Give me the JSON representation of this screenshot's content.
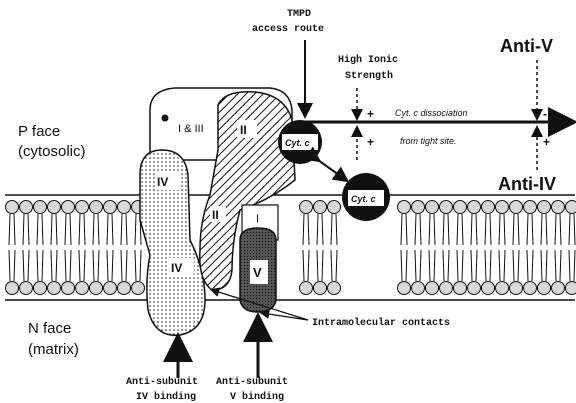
{
  "labels": {
    "p_face_line1": "P face",
    "p_face_line2": "(cytosolic)",
    "n_face_line1": "N face",
    "n_face_line2": "(matrix)",
    "tmpd_line1": "TMPD",
    "tmpd_line2": "access  route",
    "high_ionic_line1": "High Ionic",
    "high_ionic_line2": "Strength",
    "cytc_dissociation": "Cyt. c  dissociation",
    "from_tight_site": "from  tight site.",
    "anti_v": "Anti-V",
    "anti_iv": "Anti-IV",
    "intramolecular_contacts": "Intramolecular   contacts",
    "anti_subunit_iv_line1": "Anti-subunit",
    "anti_subunit_iv_line2": "IV binding",
    "anti_subunit_v_line1": "Anti-subunit",
    "anti_subunit_v_line2": "V binding"
  },
  "subunits": {
    "i_and_iii": "I & III",
    "ii_top": "II",
    "ii_mid": "II",
    "i": "I",
    "iv_top": "IV",
    "iv_bottom": "IV",
    "v": "V"
  },
  "cytochromes": {
    "bound": "Cyt. c",
    "free": "Cyt. c"
  },
  "signs": {
    "plus_upper": "+",
    "plus_lower": "+",
    "minus_anti_v": "-",
    "plus_anti_iv": "+"
  },
  "colors": {
    "ink": "#111111",
    "membrane_head_fill": "#d9d9d9",
    "cytochrome_fill": "#111111",
    "subunit_v_fill": "#3a3a3a"
  }
}
